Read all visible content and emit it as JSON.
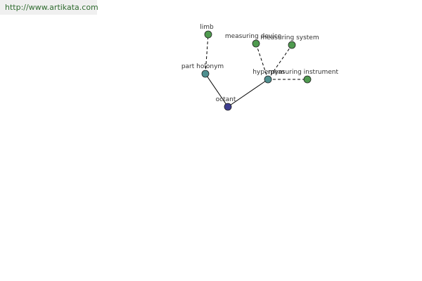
{
  "header": {
    "url": "http://www.artikata.com"
  },
  "graph": {
    "nodes": [
      {
        "id": "limb",
        "label": "limb",
        "color": "#4f9a4f"
      },
      {
        "id": "part-holonym",
        "label": "part holonym",
        "color": "#4f8f8f"
      },
      {
        "id": "octant",
        "label": "octant",
        "color": "#3d3d8f"
      },
      {
        "id": "hypernym",
        "label": "hypernym",
        "color": "#4f8f8f"
      },
      {
        "id": "measuring-device",
        "label": "measuring device",
        "color": "#4f9a4f"
      },
      {
        "id": "measuring-system",
        "label": "measuring system",
        "color": "#4f9a4f"
      },
      {
        "id": "measuring-instrument",
        "label": "measuring instrument",
        "color": "#4f9a4f"
      }
    ],
    "edges": [
      {
        "from": "octant",
        "to": "part-holonym",
        "style": "solid"
      },
      {
        "from": "octant",
        "to": "hypernym",
        "style": "solid"
      },
      {
        "from": "part-holonym",
        "to": "limb",
        "style": "dashed"
      },
      {
        "from": "hypernym",
        "to": "measuring-device",
        "style": "dashed"
      },
      {
        "from": "hypernym",
        "to": "measuring-system",
        "style": "dashed"
      },
      {
        "from": "hypernym",
        "to": "measuring-instrument",
        "style": "dashed"
      }
    ]
  }
}
